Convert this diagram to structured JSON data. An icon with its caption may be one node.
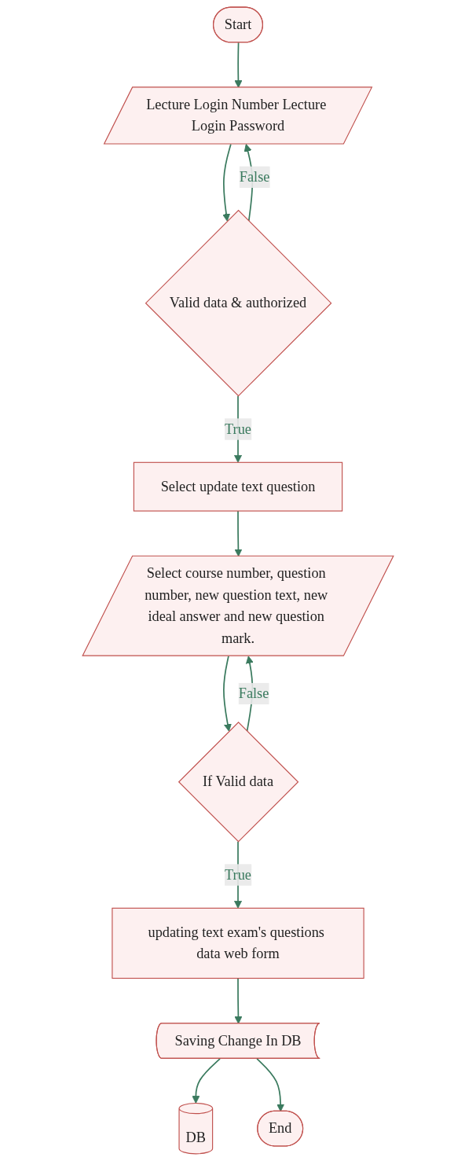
{
  "diagram": {
    "nodes": [
      {
        "text": [
          "Start"
        ]
      },
      {
        "text": [
          "Lecture Login Number Lecture Login Password"
        ]
      },
      {
        "text": [
          "Valid data & authorized"
        ]
      },
      {
        "text": [
          "Select update text question"
        ]
      },
      {
        "text": [
          "Select course number, question number, new question text, new ideal answer and new question mark."
        ]
      },
      {
        "text": [
          "If Valid data"
        ]
      },
      {
        "text": [
          "updating text exam's questions data web form"
        ]
      },
      {
        "text": [
          "Saving Change In DB"
        ]
      },
      {
        "text": [
          "DB"
        ]
      },
      {
        "text": [
          "End"
        ]
      }
    ],
    "edges": [
      {
        "from": 0,
        "to": 1,
        "arrow": "to"
      },
      {
        "from": 1,
        "to": 2,
        "arrow": "to"
      },
      {
        "from": 2,
        "to": 1,
        "arrow": "to",
        "label": "False"
      },
      {
        "from": 2,
        "to": 3,
        "arrow": "to",
        "label": "True"
      },
      {
        "from": 3,
        "to": 4,
        "arrow": "to"
      },
      {
        "from": 4,
        "to": 5,
        "arrow": "to"
      },
      {
        "from": 5,
        "to": 4,
        "arrow": "to",
        "label": "False"
      },
      {
        "from": 5,
        "to": 6,
        "arrow": "to",
        "label": "True"
      },
      {
        "from": 6,
        "to": 7,
        "arrow": "to"
      },
      {
        "from": 7,
        "to": 8,
        "arrow": "to"
      },
      {
        "from": 7,
        "to": 9,
        "arrow": "to"
      }
    ]
  }
}
